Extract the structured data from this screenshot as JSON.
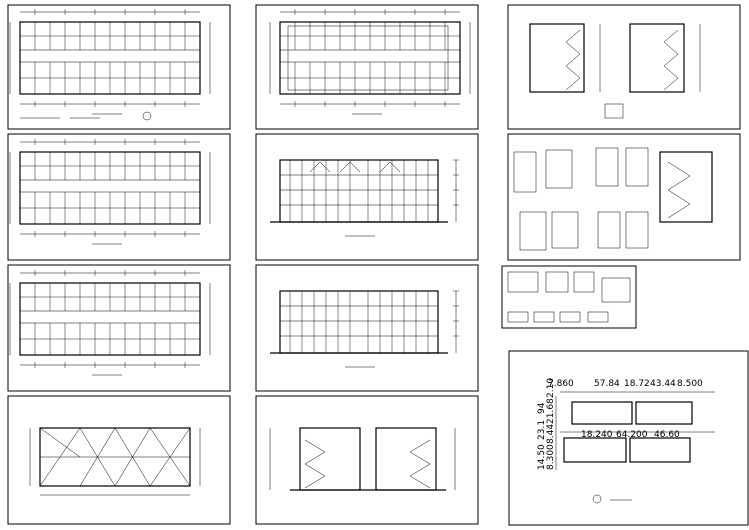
{
  "sheet": {
    "panels": [
      {
        "id": "plan-ground",
        "kind": "floor-plan"
      },
      {
        "id": "plan-roof-top",
        "kind": "floor-plan"
      },
      {
        "id": "stair-section-a",
        "kind": "section"
      },
      {
        "id": "plan-second",
        "kind": "floor-plan"
      },
      {
        "id": "elevation-front",
        "kind": "elevation"
      },
      {
        "id": "detail-sheet-a",
        "kind": "details"
      },
      {
        "id": "plan-standard",
        "kind": "floor-plan"
      },
      {
        "id": "elevation-rear",
        "kind": "elevation"
      },
      {
        "id": "detail-sheet-b",
        "kind": "details"
      },
      {
        "id": "plan-roof",
        "kind": "roof-plan"
      },
      {
        "id": "section-stairs",
        "kind": "section"
      },
      {
        "id": "site-plan",
        "kind": "site-plan"
      }
    ],
    "site_plan": {
      "top_dims": [
        "7.860",
        "57.84",
        "18.72",
        "43.44",
        "8.500"
      ],
      "left_dims": [
        "8.300",
        "8.44",
        "21.68",
        "2.10",
        "14.50",
        "23.1",
        "94"
      ],
      "building_labels": [
        "18.240",
        "64.200",
        "46.60"
      ]
    }
  }
}
